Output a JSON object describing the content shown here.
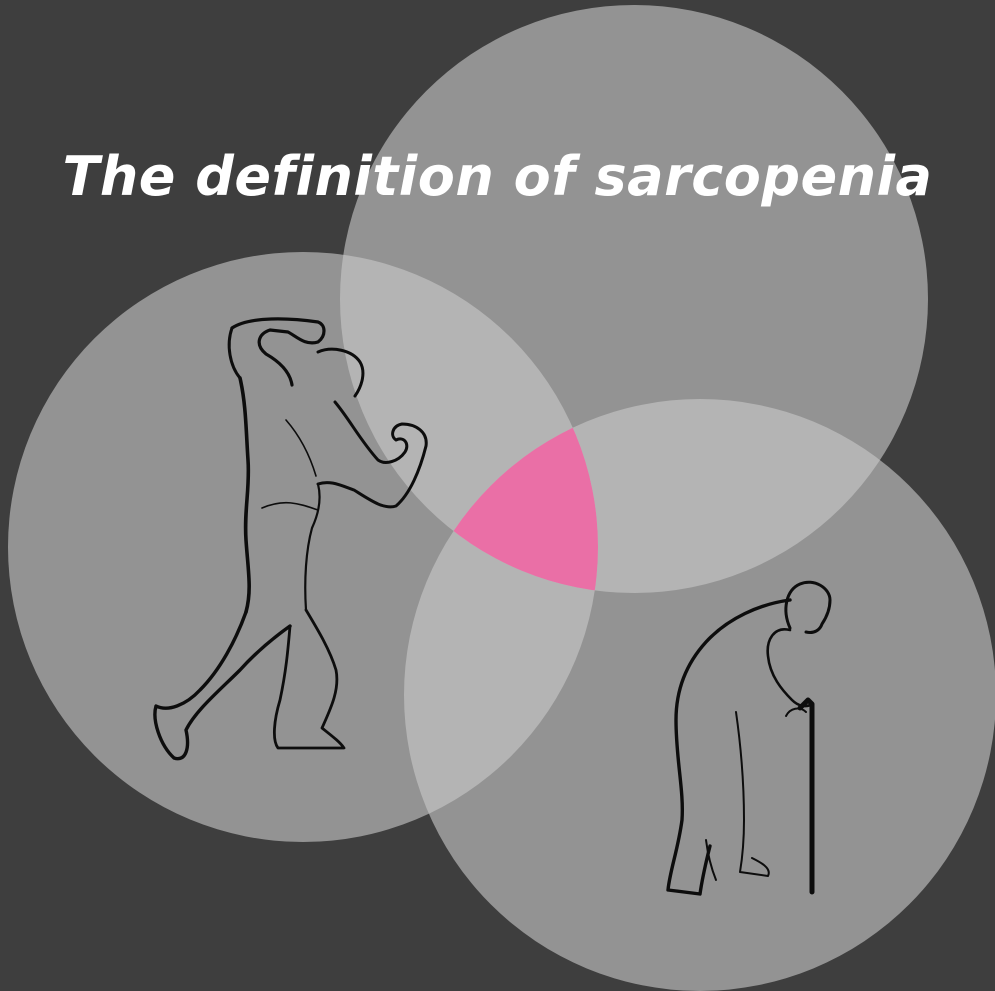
{
  "title": "The definition of sarcopenia",
  "colors": {
    "background": "#3e3e3e",
    "circle_fill": "#c8c8c8",
    "center_highlight": "#ea6fa6",
    "figure_stroke": "#0d0d0d"
  },
  "circles": [
    {
      "id": "top-circle"
    },
    {
      "id": "left-circle",
      "figure": "bodybuilder-icon"
    },
    {
      "id": "bottom-right-circle",
      "figure": "elderly-person-with-cane-icon"
    }
  ]
}
